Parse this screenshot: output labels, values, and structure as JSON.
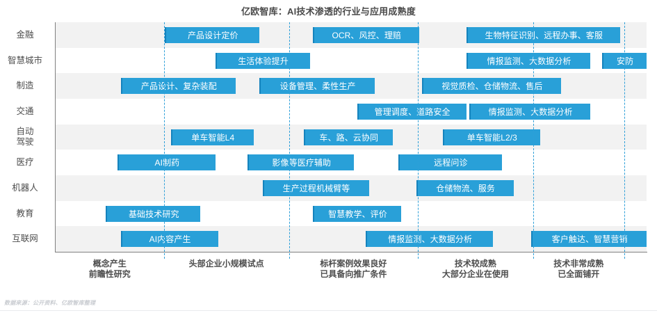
{
  "title": "亿欧智库：AI技术渗透的行业与应用成熟度",
  "footer": "数据来源：公开资料、亿欧智库整理",
  "colors": {
    "bar": "#29a0d8",
    "bar_edge": "#1583bd",
    "band_shaded": "#f2f2f2",
    "band_plain": "#ffffff",
    "axis": "#7f7f7f",
    "divider": "#2d9fd8",
    "text": "#4d4d4d",
    "title": "#4a4a4a",
    "footer": "#c9ccd1"
  },
  "chart_data": {
    "type": "bar",
    "title": "亿欧智库：AI技术渗透的行业与应用成熟度",
    "xlabel": "",
    "ylabel": "",
    "grid": false,
    "legend": "none",
    "orientation": "horizontal",
    "note": "Maturity timeline: each industry row shows AI applications placed along a 5-stage maturity axis.",
    "stage_labels": [
      {
        "lines": [
          "概念产生",
          "前瞻性研究"
        ]
      },
      {
        "lines": [
          "头部企业小规模试点"
        ]
      },
      {
        "lines": [
          "标杆案例效果良好",
          "已具备向推广条件"
        ]
      },
      {
        "lines": [
          "技术较成熟",
          "大部分企业在使用"
        ]
      },
      {
        "lines": [
          "技术非常成熟",
          "已全面铺开"
        ]
      }
    ],
    "categories": [
      "金融",
      "智慧城市",
      "制造",
      "交通",
      "自动驾驶",
      "医疗",
      "机器人",
      "教育",
      "互联网"
    ],
    "rows": [
      {
        "label_lines": [
          "金融"
        ],
        "items": [
          {
            "text": "产品设计定价",
            "start": 0.185,
            "end": 0.345
          },
          {
            "text": "OCR、风控、理赔",
            "start": 0.435,
            "end": 0.615
          },
          {
            "text": "生物特征识别、远程办事、客服",
            "start": 0.695,
            "end": 0.955
          }
        ]
      },
      {
        "label_lines": [
          "智慧城市"
        ],
        "items": [
          {
            "text": "生活体验提升",
            "start": 0.27,
            "end": 0.43
          },
          {
            "text": "情报监测、大数据分析",
            "start": 0.695,
            "end": 0.905
          },
          {
            "text": "安防",
            "start": 0.925,
            "end": 1.0
          }
        ]
      },
      {
        "label_lines": [
          "制造"
        ],
        "items": [
          {
            "text": "产品设计、复杂装配",
            "start": 0.11,
            "end": 0.305
          },
          {
            "text": "设备管理、柔性生产",
            "start": 0.345,
            "end": 0.54
          },
          {
            "text": "视觉质检、仓储物流、售后",
            "start": 0.62,
            "end": 0.855
          }
        ]
      },
      {
        "label_lines": [
          "交通"
        ],
        "items": [
          {
            "text": "管理调度、道路安全",
            "start": 0.51,
            "end": 0.695
          },
          {
            "text": "情报监测、大数据分析",
            "start": 0.7,
            "end": 0.905
          }
        ]
      },
      {
        "label_lines": [
          "自动",
          "驾驶"
        ],
        "items": [
          {
            "text": "单车智能L4",
            "start": 0.195,
            "end": 0.335
          },
          {
            "text": "车、路、云协同",
            "start": 0.42,
            "end": 0.57
          },
          {
            "text": "单车智能L2/3",
            "start": 0.655,
            "end": 0.82
          }
        ]
      },
      {
        "label_lines": [
          "医疗"
        ],
        "items": [
          {
            "text": "AI制药",
            "start": 0.105,
            "end": 0.27
          },
          {
            "text": "影像等医疗辅助",
            "start": 0.325,
            "end": 0.505
          },
          {
            "text": "远程问诊",
            "start": 0.58,
            "end": 0.755
          }
        ]
      },
      {
        "label_lines": [
          "机器人"
        ],
        "items": [
          {
            "text": "生产过程机械臂等",
            "start": 0.35,
            "end": 0.53
          },
          {
            "text": "仓储物流、服务",
            "start": 0.61,
            "end": 0.775
          }
        ]
      },
      {
        "label_lines": [
          "教育"
        ],
        "items": [
          {
            "text": "基础技术研究",
            "start": 0.085,
            "end": 0.245
          },
          {
            "text": "智慧教学、评价",
            "start": 0.435,
            "end": 0.585
          }
        ]
      },
      {
        "label_lines": [
          "互联网"
        ],
        "items": [
          {
            "text": "AI内容产生",
            "start": 0.11,
            "end": 0.275
          },
          {
            "text": "情报监测、大数据分析",
            "start": 0.525,
            "end": 0.74
          },
          {
            "text": "客户触达、智慧营销",
            "start": 0.805,
            "end": 1.0
          }
        ]
      }
    ],
    "dividers": [
      0.183,
      0.395,
      0.613,
      0.808,
      0.962
    ]
  }
}
